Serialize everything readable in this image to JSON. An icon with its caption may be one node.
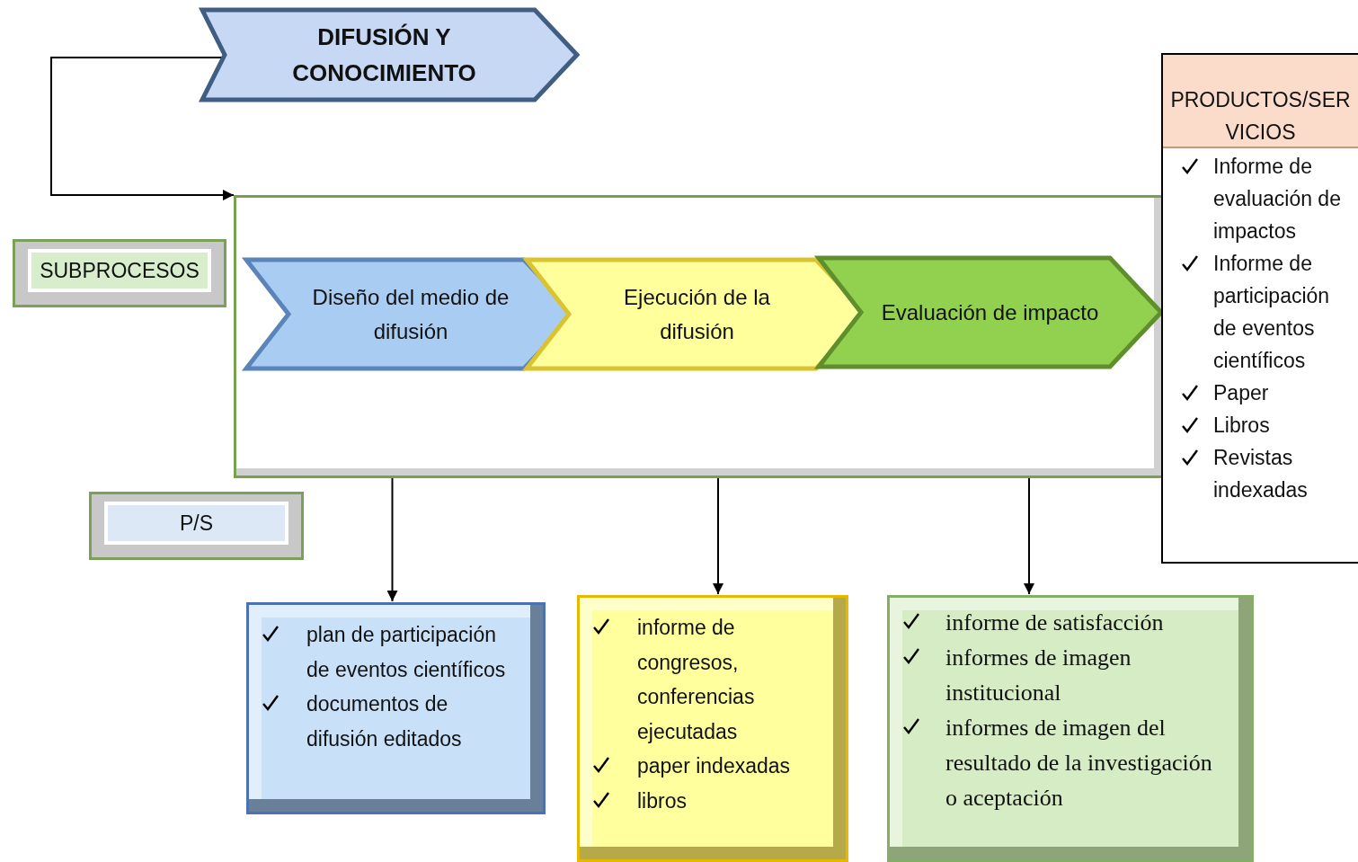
{
  "diagram": {
    "nodes": [
      {
        "text": [
          "DIFUSIÓN Y CONOCIMIENTO"
        ]
      },
      {
        "text": [
          "SUBPROCESOS"
        ]
      },
      {
        "text": [],
        "shape": "box"
      },
      {
        "text": [
          "Diseño del medio de difusión"
        ],
        "in": 2
      },
      {
        "text": [
          "Ejecución de la difusión"
        ],
        "in": 2
      },
      {
        "text": [
          "Evaluación de impacto"
        ],
        "in": 2
      },
      {
        "text": [
          "PRODUCTOS/SERVICIOS",
          "Informe de evaluación de impactos",
          "Informe de participación de eventos científicos",
          "Paper",
          "Libros",
          "Revistas indexadas"
        ]
      },
      {
        "text": [
          "P/S"
        ]
      },
      {
        "text": [
          "plan de participación de eventos científicos",
          "documentos de difusión editados"
        ]
      },
      {
        "text": [
          "informe de congresos, conferencias ejecutadas",
          "paper indexadas",
          "libros"
        ]
      },
      {
        "text": [
          "informe de satisfacción",
          "informes de imagen institucional",
          "informes de imagen del resultado de la investigación o aceptación"
        ]
      }
    ],
    "edges": [
      {
        "from": 0,
        "to": 2,
        "arrow": "to"
      },
      {
        "from": 2,
        "to": 8,
        "arrow": "to"
      },
      {
        "from": 2,
        "to": 9,
        "arrow": "to"
      },
      {
        "from": 2,
        "to": 10,
        "arrow": "to"
      }
    ]
  }
}
